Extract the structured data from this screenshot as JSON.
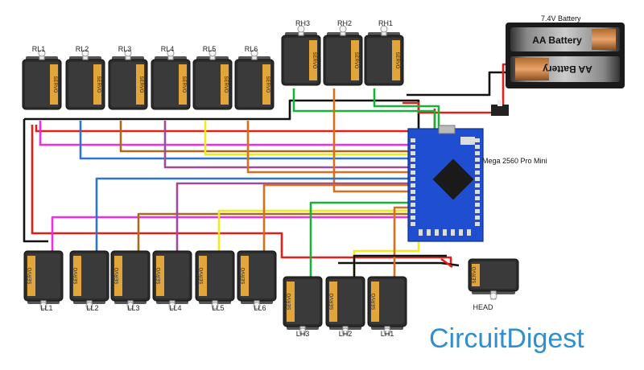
{
  "servo_groups": {
    "right_legs": [
      "RL1",
      "RL2",
      "RL3",
      "RL4",
      "RL5",
      "RL6"
    ],
    "right_hands": [
      "RH3",
      "RH2",
      "RH1"
    ],
    "left_legs": [
      "LL1",
      "LL2",
      "LL3",
      "LL4",
      "LL5",
      "LL6"
    ],
    "left_hands": [
      "LH3",
      "LH2",
      "LH1"
    ],
    "head": "HEAD"
  },
  "servo_text": "SERVO",
  "board": {
    "label": "Mega 2560 Pro Mini",
    "color": "#1f4fd0"
  },
  "battery": {
    "label": "7.4V Battery",
    "cell_label": "AA Battery"
  },
  "logo": {
    "part1": "Circuit",
    "part2": "Digest"
  },
  "wire_colors": {
    "pink": "#ee2ee6",
    "blue": "#2f74cf",
    "brown": "#a86b1e",
    "purple": "#a04a9a",
    "yellow": "#f1ea1c",
    "orange": "#d7701c",
    "green": "#19b13a",
    "red": "#e0201c",
    "black": "#111111"
  }
}
